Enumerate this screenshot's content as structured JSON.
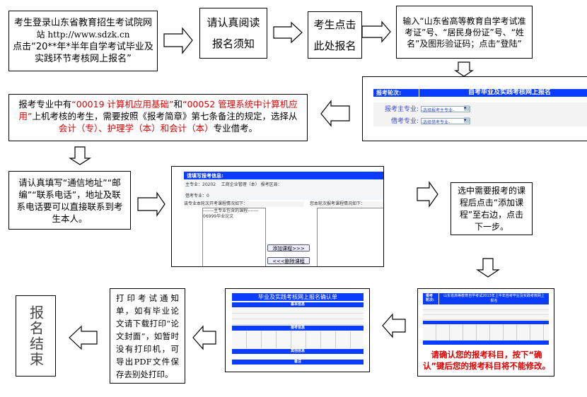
{
  "steps": {
    "login": {
      "line1": "考生登录山东省教育招生考试院网",
      "line2": "站 http://www.sdzk.cn",
      "line3": "点击“20**年*半年自学考试毕业及",
      "line4": "实践环节考核网上报名”"
    },
    "read_notice": {
      "line1": "请认真阅读",
      "line2": "报名须知"
    },
    "click_signup": {
      "line1": "考生点击",
      "line2": "此处报名"
    },
    "enter_info": {
      "text": "输入“山东省高等教育自学考试准考证”号、“居民身份证”号、“姓名”及图形验证码；点击“登陆”"
    },
    "borrow_note": {
      "p1": "报考专业中有",
      "r1": "“00019 计算机应用基础”",
      "p2": "和",
      "r2": "“00052 管理系统中计算机应用”",
      "p3": "上机考核的考生，需要按照《报考简章》第七条备注的规定，选择从",
      "r3": "会计（专）、护理学（本）和会计（本）",
      "p4": "专业借考。"
    },
    "fill_contact": {
      "text": "请认真填写“通信地址”“邮编”“联系电话”，地址及联系电话要可以直接联系到考生本人。"
    },
    "select_course": {
      "text": "选中需要报考的课程后点击“添加课程”至右边，点击下一步。"
    },
    "confirm_warning": {
      "text": "请确认您的报考科目，按下“确认”键后您的报考科目将不能修改。"
    },
    "print_notice": {
      "text": "打印考试通知单，如有毕业论文请下载打印“论文封面”，如暂时没有打印机，可导出PDF文件保存去别处打印。"
    },
    "end": {
      "text": "报名结束"
    }
  },
  "screenshot_major": {
    "round_label": "报考轮次:",
    "title": "自考毕业及实践考核网上报名",
    "main_major_label": "报考主专业:",
    "main_major_value": "-选择报考主专业-",
    "borrow_major_label": "借考专业:",
    "borrow_major_value": "-选择借考专业-"
  },
  "screenshot_courses": {
    "header": "请填写报考信息:",
    "main_major": "主专业：20202",
    "major_name": "工商企业管理（本）",
    "district": "报考区县：",
    "borrow": "借考专业：0",
    "left_caption": "该专业本轮次开考课程情况如下：",
    "right_caption": "您本轮次报考课程情况如下：",
    "list_header": "-------主专业包含的课程-------",
    "list_item": "06999毕业论文",
    "add_button": "添加课程>>>",
    "remove_button": "<<<删除课程"
  },
  "screenshot_confirm": {
    "title": "毕业及实践考核网上报名确认单",
    "section_basic": "基本信息",
    "section_exam": "报考信息",
    "section_other": "其他信息",
    "section_remark": "备注"
  },
  "screenshot_final": {
    "round_label": "报考轮次:",
    "title": "山东省高等教育自学考试2013年上半年自考毕业及实践考核网上报名"
  },
  "colors": {
    "accent_blue": "#0a3cff",
    "warning_red": "#e00000"
  }
}
